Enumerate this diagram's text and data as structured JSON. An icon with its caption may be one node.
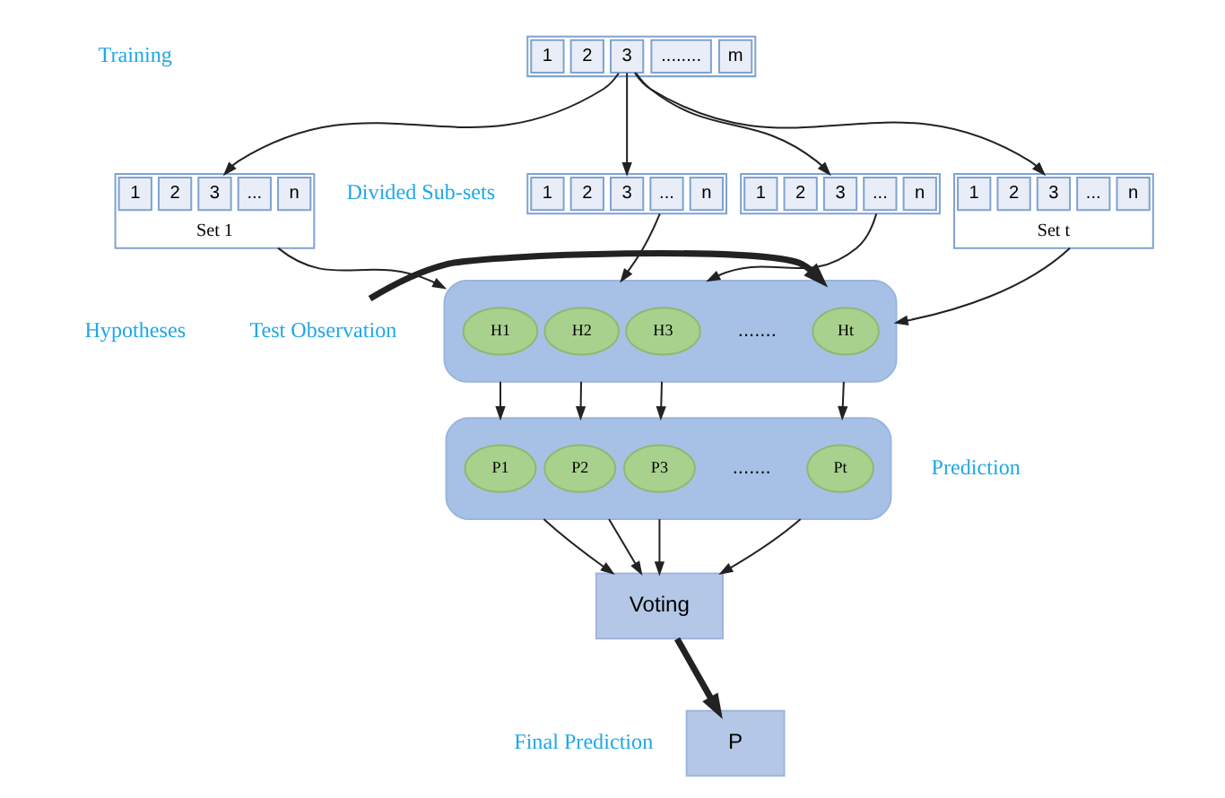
{
  "diagram": {
    "nodes": [
      {
        "text": [],
        "shape": "box"
      },
      {
        "text": [
          "1"
        ],
        "in": 0
      },
      {
        "text": [
          "2"
        ],
        "in": 0
      },
      {
        "text": [
          "3"
        ],
        "in": 0
      },
      {
        "text": [
          "........"
        ],
        "in": 0
      },
      {
        "text": [
          "m"
        ],
        "in": 0
      },
      {
        "text": [],
        "shape": "box",
        "beside": [
          "Set 1"
        ]
      },
      {
        "text": [
          "1"
        ],
        "in": 6
      },
      {
        "text": [
          "2"
        ],
        "in": 6
      },
      {
        "text": [
          "3"
        ],
        "in": 6
      },
      {
        "text": [
          "..."
        ],
        "in": 6
      },
      {
        "text": [
          "n"
        ],
        "in": 6
      },
      {
        "text": [],
        "shape": "box"
      },
      {
        "text": [
          "1"
        ],
        "in": 12
      },
      {
        "text": [
          "2"
        ],
        "in": 12
      },
      {
        "text": [
          "3"
        ],
        "in": 12
      },
      {
        "text": [
          "..."
        ],
        "in": 12
      },
      {
        "text": [
          "n"
        ],
        "in": 12
      },
      {
        "text": [],
        "shape": "box"
      },
      {
        "text": [
          "1"
        ],
        "in": 18
      },
      {
        "text": [
          "2"
        ],
        "in": 18
      },
      {
        "text": [
          "3"
        ],
        "in": 18
      },
      {
        "text": [
          "..."
        ],
        "in": 18
      },
      {
        "text": [
          "n"
        ],
        "in": 18
      },
      {
        "text": [],
        "shape": "box",
        "beside": [
          "Set t"
        ]
      },
      {
        "text": [
          "1"
        ],
        "in": 24
      },
      {
        "text": [
          "2"
        ],
        "in": 24
      },
      {
        "text": [
          "3"
        ],
        "in": 24
      },
      {
        "text": [
          "..."
        ],
        "in": 24
      },
      {
        "text": [
          "n"
        ],
        "in": 24
      },
      {
        "text": [],
        "shape": "box"
      },
      {
        "text": [
          "H1"
        ],
        "in": 30
      },
      {
        "text": [
          "H2"
        ],
        "in": 30
      },
      {
        "text": [
          "H3"
        ],
        "in": 30
      },
      {
        "text": [
          "Ht"
        ],
        "in": 30
      },
      {
        "text": [
          "Test Observation"
        ]
      },
      {
        "text": [],
        "shape": "box"
      },
      {
        "text": [
          "P1"
        ],
        "in": 36
      },
      {
        "text": [
          "P2"
        ],
        "in": 36
      },
      {
        "text": [
          "P3"
        ],
        "in": 36
      },
      {
        "text": [
          "Pt"
        ],
        "in": 36
      },
      {
        "text": [
          "Voting"
        ]
      },
      {
        "text": [
          "P"
        ]
      }
    ],
    "edges": [
      {
        "from": 3,
        "to": 6,
        "arrow": "to"
      },
      {
        "from": 3,
        "to": 12,
        "arrow": "to"
      },
      {
        "from": 3,
        "to": 18,
        "arrow": "to"
      },
      {
        "from": 3,
        "to": 24,
        "arrow": "to"
      },
      {
        "from": 6,
        "to": 30,
        "arrow": "to"
      },
      {
        "from": 12,
        "to": 30,
        "arrow": "to"
      },
      {
        "from": 18,
        "to": 30,
        "arrow": "to"
      },
      {
        "from": 24,
        "to": 30,
        "arrow": "to"
      },
      {
        "from": 35,
        "to": 30,
        "arrow": "to",
        "style": "thick"
      },
      {
        "from": 30,
        "to": 36,
        "arrow": "to"
      },
      {
        "from": 30,
        "to": 36,
        "arrow": "to"
      },
      {
        "from": 30,
        "to": 36,
        "arrow": "to"
      },
      {
        "from": 30,
        "to": 36,
        "arrow": "to"
      },
      {
        "from": 36,
        "to": 41,
        "arrow": "to"
      },
      {
        "from": 36,
        "to": 41,
        "arrow": "to"
      },
      {
        "from": 36,
        "to": 41,
        "arrow": "to"
      },
      {
        "from": 36,
        "to": 41,
        "arrow": "to"
      },
      {
        "from": 41,
        "to": 42,
        "arrow": "to",
        "style": "thick"
      }
    ],
    "labels": [
      "Training",
      "Divided Sub-sets",
      "Hypotheses",
      ".......",
      "Prediction",
      ".......",
      "Final Prediction"
    ]
  }
}
